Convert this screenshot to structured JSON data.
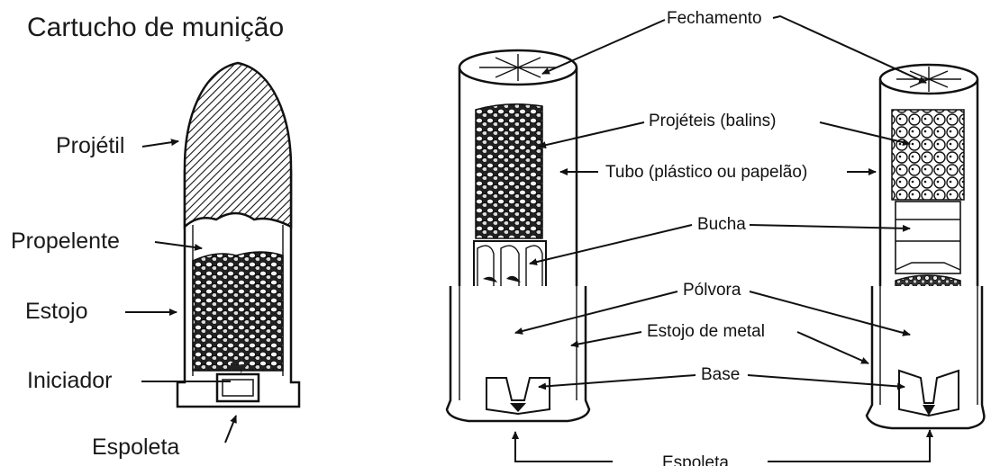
{
  "left": {
    "title": "Cartucho de munição",
    "labels": {
      "projetil": "Projétil",
      "propelente": "Propelente",
      "estojo": "Estojo",
      "iniciador": "Iniciador",
      "espoleta": "Espoleta"
    }
  },
  "right": {
    "labels": {
      "fechamento": "Fechamento",
      "projeteis": "Projéteis (balins)",
      "tubo": "Tubo (plástico ou papelão)",
      "bucha": "Bucha",
      "polvora": "Pólvora",
      "estojo_metal": "Estojo de metal",
      "base": "Base",
      "espoleta": "Espoleta"
    }
  }
}
